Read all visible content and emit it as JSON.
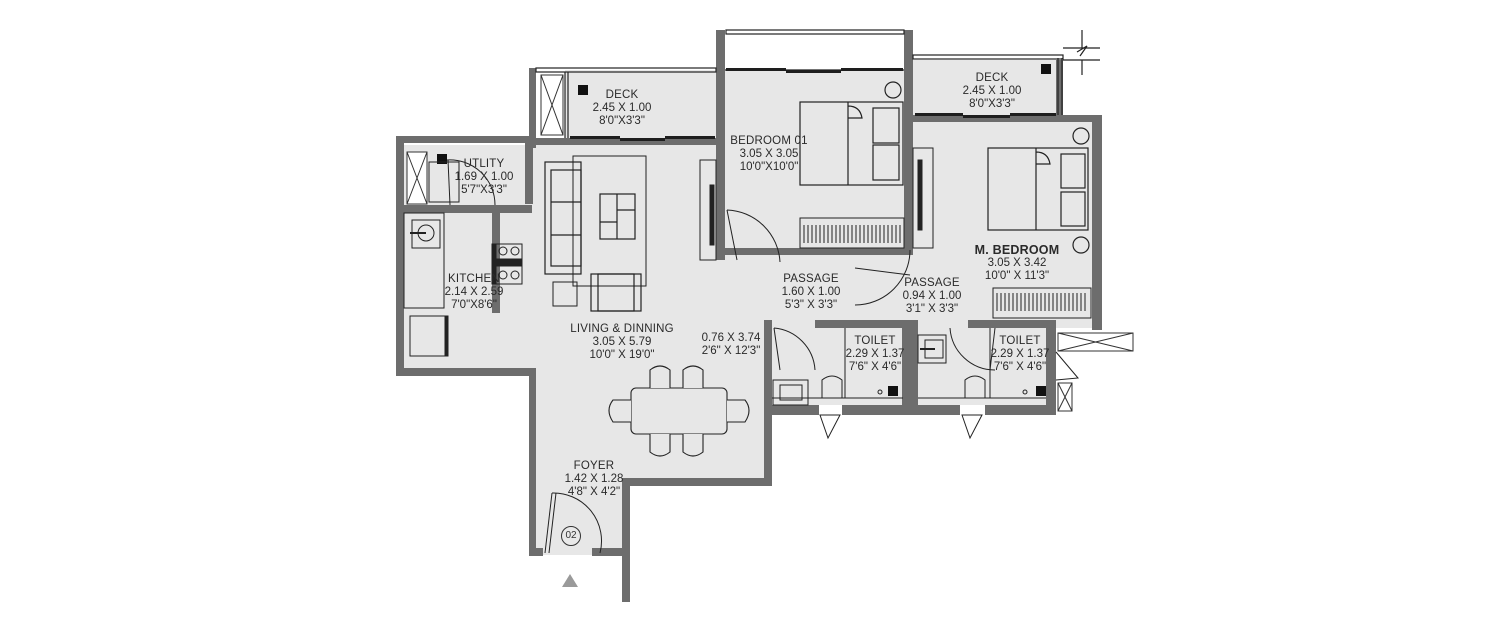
{
  "plan": {
    "colors": {
      "wall": "#6d6d6d",
      "floor": "#e7e7e7",
      "furniture_line": "#1e1e1e",
      "background": "#ffffff",
      "entry_marker": "#9a9a9a"
    },
    "unit_badge": "02",
    "rooms": [
      {
        "id": "deck-left",
        "name": "DECK",
        "metric": "2.45 X 1.00",
        "imperial": "8'0\"X3'3\""
      },
      {
        "id": "deck-right",
        "name": "DECK",
        "metric": "2.45 X 1.00",
        "imperial": "8'0\"X3'3\""
      },
      {
        "id": "bedroom-01",
        "name": "BEDROOM 01",
        "metric": "3.05 X 3.05",
        "imperial": "10'0\"X10'0\""
      },
      {
        "id": "utility",
        "name": "UTLITY",
        "metric": "1.69 X 1.00",
        "imperial": "5'7\"X3'3\""
      },
      {
        "id": "kitchen",
        "name": "KITCHEN",
        "metric": "2.14 X 2.59",
        "imperial": "7'0\"X8'6\""
      },
      {
        "id": "m-bedroom",
        "name": "M. BEDROOM",
        "metric": "3.05 X 3.42",
        "imperial": "10'0\" X 11'3\""
      },
      {
        "id": "passage-1",
        "name": "PASSAGE",
        "metric": "1.60 X 1.00",
        "imperial": "5'3\" X 3'3\""
      },
      {
        "id": "passage-2",
        "name": "PASSAGE",
        "metric": "0.94 X 1.00",
        "imperial": "3'1\" X 3'3\""
      },
      {
        "id": "living-dinning",
        "name": "LIVING & DINNING",
        "metric": "3.05 X 5.79",
        "imperial": "10'0\" X 19'0\""
      },
      {
        "id": "alcove",
        "name": "",
        "metric": "0.76 X 3.74",
        "imperial": "2'6\" X 12'3\""
      },
      {
        "id": "toilet-1",
        "name": "TOILET",
        "metric": "2.29 X 1.37",
        "imperial": "7'6\" X 4'6\""
      },
      {
        "id": "toilet-2",
        "name": "TOILET",
        "metric": "2.29 X 1.37",
        "imperial": "7'6\" X 4'6\""
      },
      {
        "id": "foyer",
        "name": "FOYER",
        "metric": "1.42 X 1.28",
        "imperial": "4'8\" X 4'2\""
      }
    ]
  }
}
